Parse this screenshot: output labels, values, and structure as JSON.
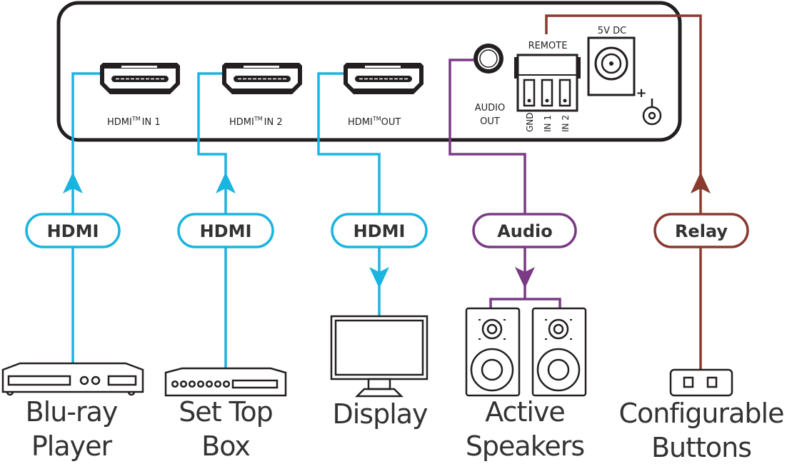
{
  "colors": {
    "hdmi": "#1ab4e0",
    "audio": "#7b3a85",
    "relay": "#8a3a2e",
    "outline": "#231f20",
    "text": "#333333"
  },
  "device_panel": {
    "ports": [
      {
        "id": "hdmi-in-1",
        "label": "HDMI",
        "tm": "TM",
        "suffix": "IN 1"
      },
      {
        "id": "hdmi-in-2",
        "label": "HDMI",
        "tm": "TM",
        "suffix": "IN 2"
      },
      {
        "id": "hdmi-out",
        "label": "HDMI",
        "tm": "TM",
        "suffix": "OUT"
      }
    ],
    "audio_out": {
      "line1": "AUDIO",
      "line2": "OUT"
    },
    "remote": {
      "label": "REMOTE",
      "pins": [
        "GND",
        "IN 1",
        "IN 2"
      ]
    },
    "power": {
      "label": "5V DC",
      "polarity": "+"
    }
  },
  "connections": [
    {
      "label": "HDMI",
      "type": "hdmi",
      "direction": "up"
    },
    {
      "label": "HDMI",
      "type": "hdmi",
      "direction": "up"
    },
    {
      "label": "HDMI",
      "type": "hdmi",
      "direction": "down"
    },
    {
      "label": "Audio",
      "type": "audio",
      "direction": "down"
    },
    {
      "label": "Relay",
      "type": "relay",
      "direction": "up"
    }
  ],
  "devices": [
    {
      "line1": "Blu-ray",
      "line2": "Player"
    },
    {
      "line1": "Set Top",
      "line2": "Box"
    },
    {
      "line1": "Display",
      "line2": ""
    },
    {
      "line1": "Active",
      "line2": "Speakers"
    },
    {
      "line1": "Configurable",
      "line2": "Buttons"
    }
  ]
}
